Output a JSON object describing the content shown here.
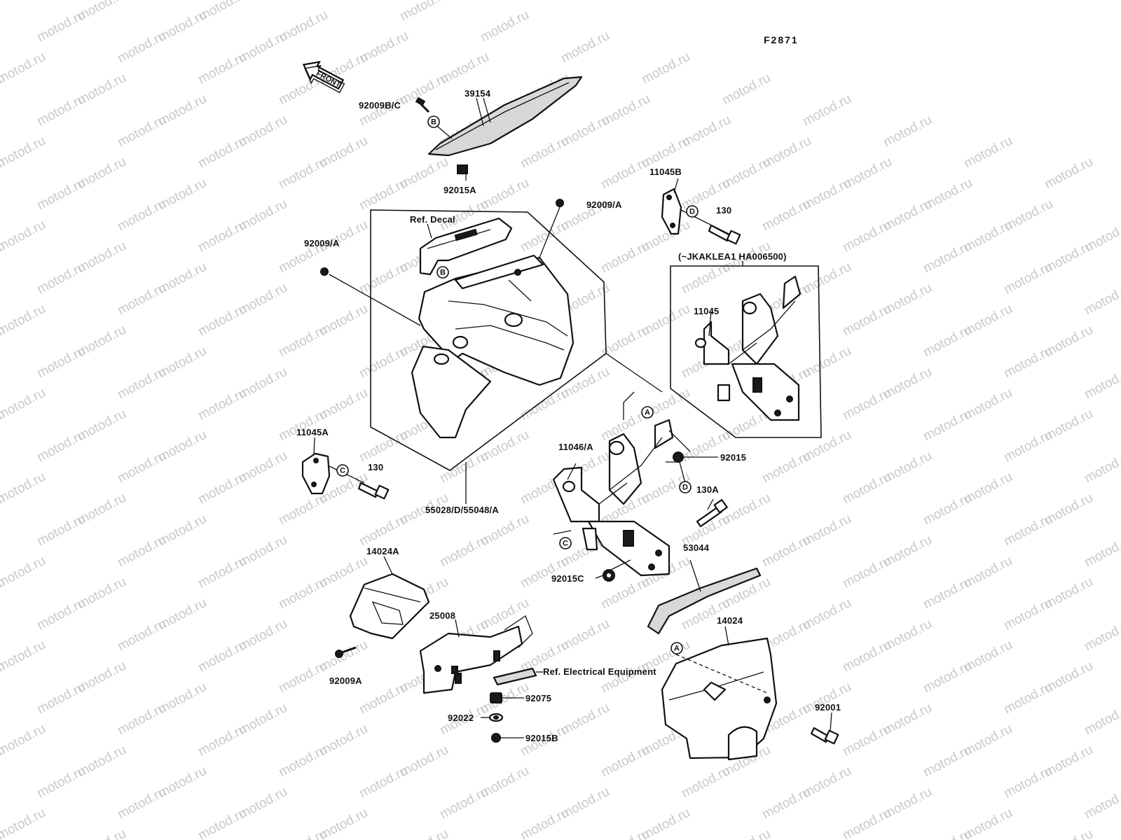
{
  "diagram": {
    "figure_code": "F2871",
    "front_arrow_label": "FRONT",
    "watermark_text": "motod.ru",
    "serial_range_note": "(~JKAKLEA1 HA006500)",
    "parts": [
      {
        "id": "p-39154",
        "label": "39154"
      },
      {
        "id": "p-92009bc",
        "label": "92009B/C"
      },
      {
        "id": "p-92015a",
        "label": "92015A"
      },
      {
        "id": "p-92009a-top",
        "label": "92009/A"
      },
      {
        "id": "p-ref-decal",
        "label": "Ref. Decal"
      },
      {
        "id": "p-92009a-left",
        "label": "92009/A"
      },
      {
        "id": "p-11045b",
        "label": "11045B"
      },
      {
        "id": "p-130-top",
        "label": "130"
      },
      {
        "id": "p-11045",
        "label": "11045"
      },
      {
        "id": "p-11046a",
        "label": "11046/A"
      },
      {
        "id": "p-92015",
        "label": "92015"
      },
      {
        "id": "p-130a",
        "label": "130A"
      },
      {
        "id": "p-11045a",
        "label": "11045A"
      },
      {
        "id": "p-130-left",
        "label": "130"
      },
      {
        "id": "p-55028",
        "label": "55028/D/55048/A"
      },
      {
        "id": "p-53044",
        "label": "53044"
      },
      {
        "id": "p-92015c",
        "label": "92015C"
      },
      {
        "id": "p-14024a",
        "label": "14024A"
      },
      {
        "id": "p-25008",
        "label": "25008"
      },
      {
        "id": "p-14024",
        "label": "14024"
      },
      {
        "id": "p-ref-elec",
        "label": "Ref. Electrical Equipment"
      },
      {
        "id": "p-92009a-bottom",
        "label": "92009A"
      },
      {
        "id": "p-92075",
        "label": "92075"
      },
      {
        "id": "p-92022",
        "label": "92022"
      },
      {
        "id": "p-92015b",
        "label": "92015B"
      },
      {
        "id": "p-92001",
        "label": "92001"
      }
    ],
    "reference_markers": [
      "A",
      "B",
      "C",
      "D"
    ]
  }
}
